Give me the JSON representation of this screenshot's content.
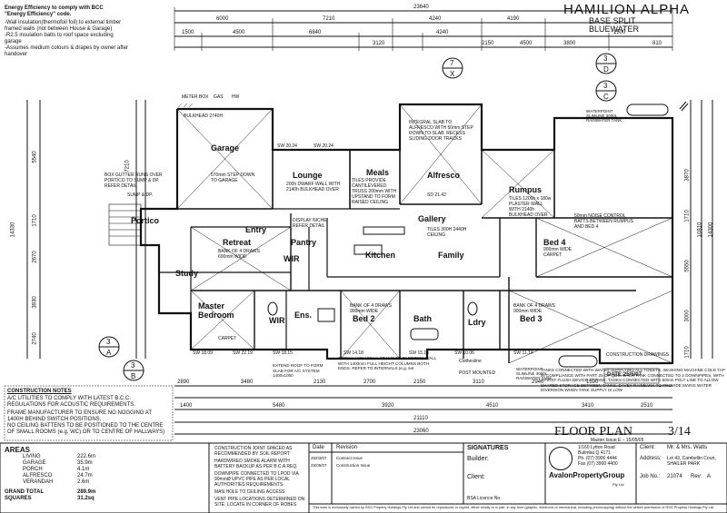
{
  "title": {
    "name": "HAMILION ALPHA",
    "variant": "BASE SPLIT",
    "facade": "BLUEWATER"
  },
  "energy_notes": {
    "heading": "Energy Efficiency to comply with BCC \"Energy Efficiency\" code.",
    "lines": "-Wall insulation(thermofoil foil) to external timber framed walls (not between House & Garage)\n-R2.5 insulation batts to roof space excluding garage\n-Assumes medium colours & drapes by owner after handover"
  },
  "rooms": {
    "garage": "Garage",
    "lounge": "Lounge",
    "meals": "Meals",
    "alfresco": "Alfresco",
    "rumpus": "Rumpus",
    "portico": "Portico",
    "entry": "Entry",
    "gallery": "Gallery",
    "pantry": "Pantry",
    "kitchen": "Kitchen",
    "family": "Family",
    "retreat": "Retreat",
    "study": "Study",
    "bed4": "Bed 4",
    "wir1": "WIR",
    "master": "Master Bedroom",
    "wir2": "WIR",
    "ens": "Ens.",
    "bed2": "Bed 2",
    "bath": "Bath",
    "ldry": "Ldry",
    "bed3": "Bed 3"
  },
  "room_notes": {
    "garage": "570mm STEP DOWN TO GARAGE",
    "lounge": "200h DWARF WALL WITH 2140h BULKHEAD OVER",
    "meals": "TILES PROVIDE CANTILEVERED TRUSS 200mm WITH UPSTAND TO FORM RAISED CEILING",
    "alfresco": "INTEGRAL SLAB TO ALFRESCO WITH 50mm STEP DOWN TO-SLAB. RECESS SLIDING DOOR TRACKS",
    "rumpus": "TILES 1200h x 180w PLASTER WALL WITH 2140h BULKHEAD OVER",
    "bed4": "900mm WIDE CARPET",
    "retreat": "BANK OF 4 DRAWS 600mm WIDE",
    "bed2": "BANK OF 4 DRAWS 900mm WIDE",
    "bed3": "BANK OF 4 DRAWS 900mm WIDE",
    "master": "CARPET",
    "gallery": "TILES 300H 2440H CEILING",
    "family": "DISPLAY NICHE REFER DETAIL"
  },
  "dims_top": [
    "23640",
    "6000",
    "7210",
    "4240",
    "4190",
    "1500",
    "4500",
    "6840",
    "4240",
    "1500",
    "4500",
    "3120",
    "2150",
    "3800",
    "810"
  ],
  "dims_bottom": [
    "2890",
    "3480",
    "2130",
    "2700",
    "2150",
    "3110",
    "2940",
    "1590",
    "1400",
    "5480",
    "3920",
    "4510",
    "3410",
    "2510",
    "21110",
    "23060"
  ],
  "dims_left": [
    "5540",
    "2670",
    "3930",
    "2740",
    "1710",
    "14330",
    "7210"
  ],
  "dims_right": [
    "3870",
    "10810",
    "5550",
    "1710",
    "3000",
    "1710",
    "14300"
  ],
  "slab_marks": [
    "SW 20.24",
    "SW 20.24",
    "SD 21.42",
    "SW 18.09",
    "SW 22.19",
    "SW 18.15",
    "SW 14.18",
    "SW 15.15",
    "SW 10.06",
    "SW 11.14"
  ],
  "section_marks": [
    {
      "num": "7",
      "sheet": "X"
    },
    {
      "num": "3",
      "sheet": "D"
    },
    {
      "num": "3",
      "sheet": "C"
    },
    {
      "num": "3",
      "sheet": "A"
    },
    {
      "num": "3",
      "sheet": "B"
    }
  ],
  "side_notes": {
    "box_gutter": "BOX GUTTER RUNS OVER PORTICO TO SUMP & DP. REFER DETAIL",
    "sump": "SUMP & DP.",
    "noise": "50mm NOISE CONTROL BATTS BETWEEN RUMPUS AND BED 4",
    "tanks": "TANKS CONNECTED WITH WATER SUPPLYING ALL TOILETS, WASHING MACHINE COLD TAP IN COMPLIANCE WITH PART 25 OF QDC. EACH TANK CONNECTED TO 2 DOWNPIPES, WITH A FIRST FLUSH DEVICE AT TANK. TANKS CONNECTED WITH 50mm POLY LINE TO ALLOW SHARED STORAGE BETWEEN TANKS. DAVEY RAINBANK TO PROVIDE MAINS WATER DIVERSION WHEN TANK SUPPLY IS LOW",
    "tank_top": "WATERPOINT SLIMLINE 3000L RAINWATER TANK",
    "tank_bottom": "WATERPOINT SLIMLINE 3000L RAINWATER TANK",
    "construction": "CONSTRUCTION DRAWINGS",
    "date": "DATE:25/5/07",
    "bulkhead": "BULKHEAD 2740H",
    "meter": "METER BOX",
    "gas": "GAS",
    "hw": "HW",
    "clothesline": "Clothesline",
    "post": "POST MOUNTED",
    "hallway_note": "2100mm HIGH 90mm FRAME TO PARTITION WALL WITH 1400mm FULL HEIGHT COLUMNS BOTH ENDS. REFER TO INTERNALS (e.g. set",
    "extend": "EXTEND ROOF TO FORM SLAB FOR A/C SYSTEM 1400x1000"
  },
  "lower_notes": {
    "construction_notes_heading": "CONSTRUCTION NOTES",
    "ac": "A/C UTILITIES TO COMPLY WITH LATEST B.C.C. REGULATIONS FOR ACOUSTIC REQUIREMENTS.",
    "frame": "FRAME MANUFACTURER TO ENSURE NO NOGGING AT 1400H BEHIND SWITCH POSITIONS.",
    "ceiling": "NO CEILING BATTENS TO BE POSITIONED TO THE CENTRE OF SMALL ROOMS (e.g. WC) OR TO CENTRE OF HALLWAYS)"
  },
  "areas": {
    "heading": "AREAS",
    "rows": [
      {
        "label": "LIVING",
        "value": "222.6m"
      },
      {
        "label": "GARAGE",
        "value": "35.9m"
      },
      {
        "label": "PORCH",
        "value": "4.1m"
      },
      {
        "label": "ALFRESCO",
        "value": "24.7m"
      },
      {
        "label": "VERANDAH",
        "value": "2.6m"
      }
    ],
    "total_label": "GRAND TOTAL",
    "total_value": "289.9m",
    "squares_label": "SQUARES",
    "squares_value": "31.2sq"
  },
  "legend": {
    "items": [
      "CONSTRUCTION JOINT SPACED AS RECOMMENDED BY SOIL REPORT",
      "HARDWIRED SMOKE ALARM WITH BATTERY BACKUP AS PER B.C.A REQ.",
      "DOWNPIPE CONNECTED TO LPOD VIA 90mmØ UPVC PIPE AS PER LOCAL AUTHORITIES REQUIREMENTS",
      "MAN HOLE TO CEILING ACCESS",
      "VENT PIPE LOCATIONS DETERMINED ON SITE. LOCATE IN CORNER OF ROBES"
    ]
  },
  "revisions": {
    "date_header": "Date",
    "revision_header": "Revision",
    "rows": [
      {
        "date": "26/03/07",
        "text": "Contract Issue"
      },
      {
        "date": "25/05/07",
        "text": "Construction Issue"
      }
    ]
  },
  "title_block": {
    "plan_title": "FLOOR PLAN",
    "sheet": "3/14",
    "issue": "Master Issue E – 15/05/05",
    "signatures": "SIGNATURES",
    "builder": "Builder:",
    "client": "Client:",
    "bsa": "BSA Licence No",
    "company": "AvalonPropertyGroup",
    "company_suffix": "Pty Ltd",
    "address": "1/160 Lytton Road\nBulimba Q 4171\nPh. (07) 3900 4444\nFax (07) 3900 4400",
    "client_label": "Client:",
    "client_value": "Mr. & Mrs. Watts",
    "address_label": "Address:",
    "address_value": "Lot 43, Cambellin Court, SHAILER PARK",
    "job_label": "Job No.:",
    "job_value": "21074",
    "rev_label": "Rev:",
    "rev_value": "A",
    "copyright": "This work is exclusively owned by RSG Property Holdings Pty Ltd and cannot be reproduced or copied, either wholly or in part, in any form (graphic, electronic or mechanical, including photocopying) without the written permission of RSG Property Holdings Pty Ltd."
  }
}
